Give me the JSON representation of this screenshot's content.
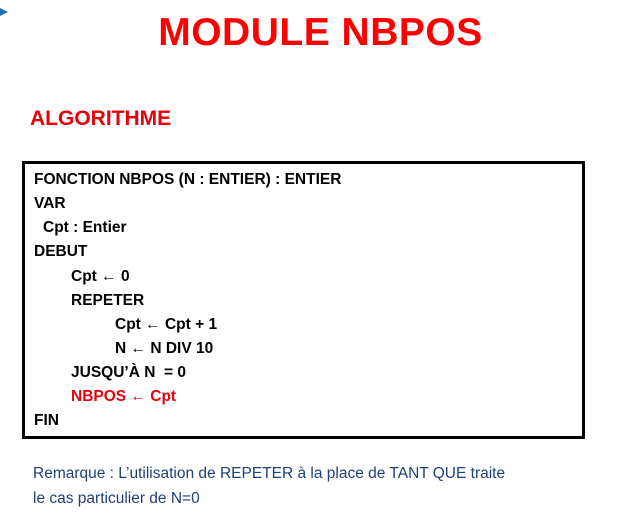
{
  "header": {
    "title": "MODULE NBPOS"
  },
  "section": {
    "label": "ALGORITHME"
  },
  "code": {
    "line1": "FONCTION NBPOS (N : ENTIER) : ENTIER",
    "line2": "VAR",
    "line3": "Cpt : Entier",
    "line4": "DEBUT",
    "line5_left": "Cpt",
    "line5_right": "0",
    "line6": "REPETER",
    "line7_left": "Cpt",
    "line7_right": "Cpt + 1",
    "line8_left": "N",
    "line8_right": "N DIV 10",
    "line9": "JUSQU’À N  = 0",
    "line10_left": "NBPOS",
    "line10_right": "Cpt",
    "line11": "FIN",
    "assign_symbol": "←"
  },
  "remark": {
    "line1": "Remarque : L’utilisation de REPETER  à la place de TANT QUE traite",
    "line2": "le cas particulier de N=0"
  },
  "colors": {
    "title": "#ff0000",
    "highlight": "#e8000b",
    "remark": "#1f3f77",
    "border": "#000000"
  }
}
